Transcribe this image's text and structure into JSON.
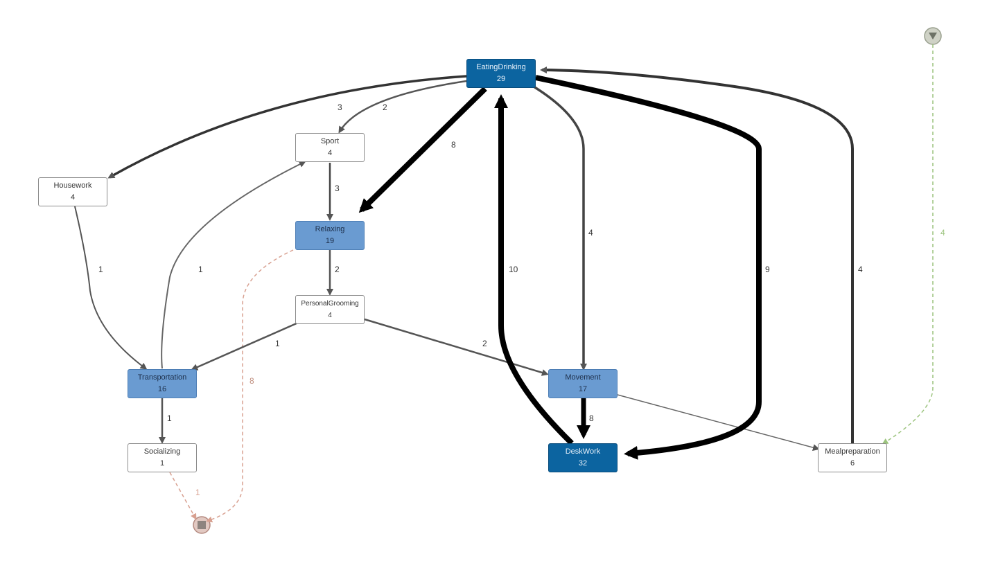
{
  "nodes": {
    "eating": {
      "name": "EatingDrinking",
      "count": "29"
    },
    "sport": {
      "name": "Sport",
      "count": "4"
    },
    "housework": {
      "name": "Housework",
      "count": "4"
    },
    "relaxing": {
      "name": "Relaxing",
      "count": "19"
    },
    "grooming": {
      "name": "PersonalGrooming",
      "count": "4"
    },
    "transportation": {
      "name": "Transportation",
      "count": "16"
    },
    "socializing": {
      "name": "Socializing",
      "count": "1"
    },
    "movement": {
      "name": "Movement",
      "count": "17"
    },
    "deskwork": {
      "name": "DeskWork",
      "count": "32"
    },
    "mealprep": {
      "name": "Mealpreparation",
      "count": "6"
    }
  },
  "edges": {
    "eating_housework": "3",
    "eating_sport": "2",
    "eating_relaxing": "8",
    "eating_movement": "4",
    "eating_deskwork": "9",
    "deskwork_eating": "10",
    "mealprep_eating": "4",
    "start_mealprep": "4",
    "sport_relaxing": "3",
    "relaxing_grooming": "2",
    "relaxing_end": "8",
    "housework_transportation": "1",
    "transportation_sport": "1",
    "grooming_transportation": "1",
    "grooming_movement": "2",
    "transportation_socializing": "1",
    "socializing_end": "1",
    "movement_deskwork": "8",
    "movement_mealprep": ""
  },
  "colors": {
    "edge_strong": "#000000",
    "edge_medium": "#555555",
    "edge_light": "#666666",
    "start_edge": "#9cc47e",
    "end_edge": "#d8a090",
    "node_dark": "#0c64a0",
    "node_light": "#6a9bd1"
  },
  "icons": {
    "start": "start-triangle-icon",
    "end": "end-square-icon"
  }
}
